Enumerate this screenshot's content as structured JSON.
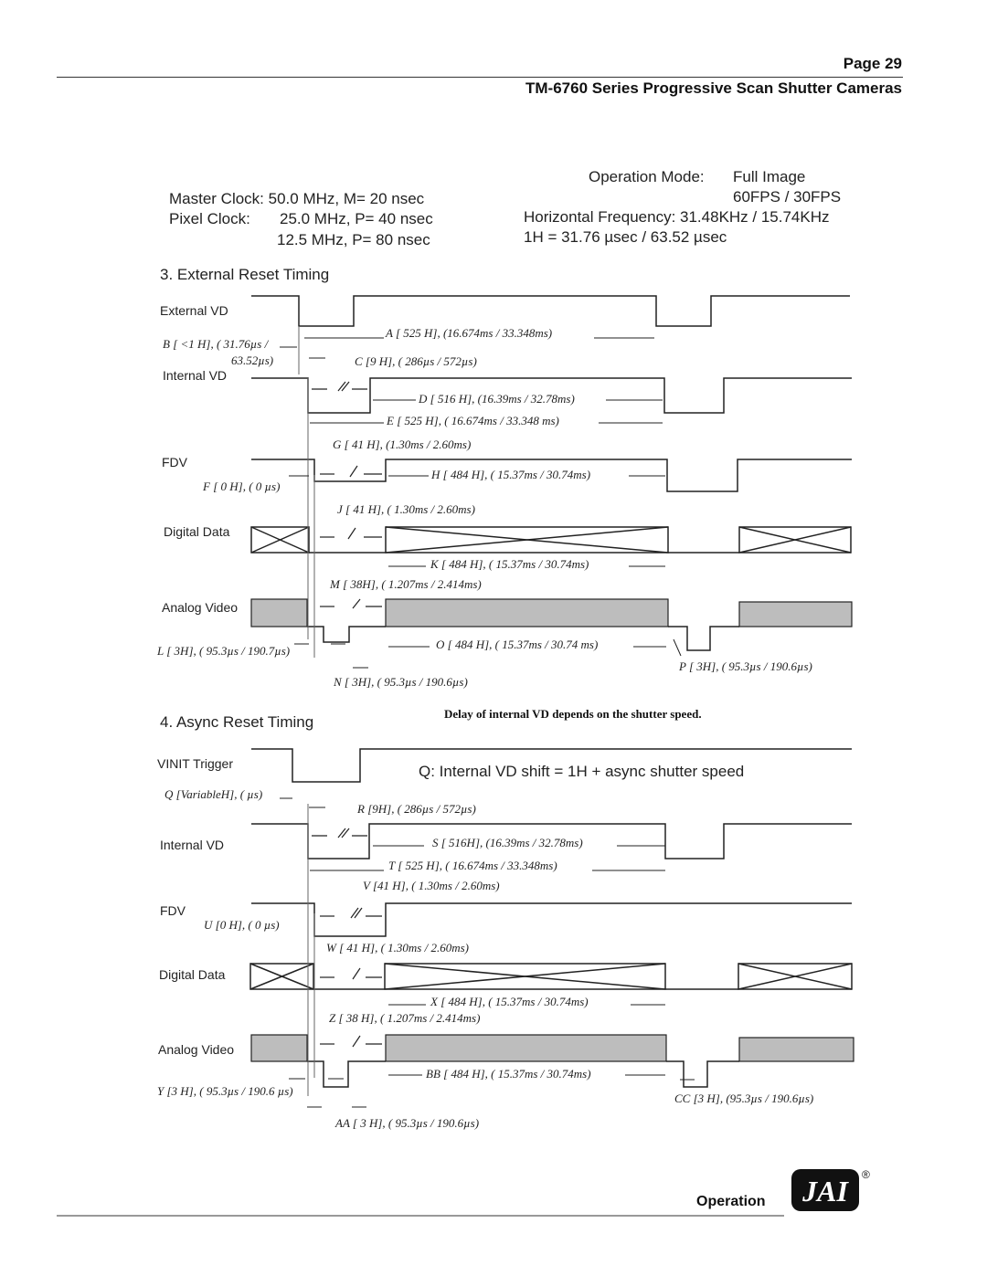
{
  "header": {
    "page": "Page 29",
    "title": "TM-6760 Series Progressive Scan Shutter Cameras"
  },
  "params": {
    "master_clock": "Master Clock: 50.0 MHz, M= 20 nsec",
    "pixel_clock_label": "Pixel Clock:",
    "pixel_clock_1": "25.0 MHz, P= 40 nsec",
    "pixel_clock_2": "12.5 MHz, P= 80 nsec",
    "op_mode_label": "Operation Mode:",
    "op_mode_value": "Full Image",
    "fps": "60FPS / 30FPS",
    "hfreq": "Horizontal Frequency: 31.48KHz / 15.74KHz",
    "h_period": "1H = 31.76 µsec / 63.52 µsec"
  },
  "section3": {
    "title": "3. External Reset Timing",
    "signals": [
      "External VD",
      "Internal VD",
      "FDV",
      "Digital Data",
      "Analog Video"
    ],
    "annotations": {
      "A": "A [ 525 H], (16.674ms / 33.348ms)",
      "B1": "B [ <1 H], ( 31.76µs /",
      "B2": "63.52µs)",
      "C": "C [9 H], ( 286µs / 572µs)",
      "D": "D [ 516 H], (16.39ms / 32.78ms)",
      "E": "E [ 525 H], ( 16.674ms / 33.348 ms)",
      "G": "G [ 41 H], (1.30ms / 2.60ms)",
      "H": "H [ 484 H], ( 15.37ms / 30.74ms)",
      "F": "F [ 0 H], ( 0 µs)",
      "J": "J [ 41 H], ( 1.30ms / 2.60ms)",
      "K": "K [ 484 H], ( 15.37ms / 30.74ms)",
      "M": "M [ 38H], ( 1.207ms / 2.414ms)",
      "O": "O [ 484 H], ( 15.37ms / 30.74 ms)",
      "L": "L [ 3H], ( 95.3µs / 190.7µs)",
      "P": "P [ 3H], ( 95.3µs / 190.6µs)",
      "N": "N [ 3H], ( 95.3µs / 190.6µs)"
    }
  },
  "section4": {
    "title": "4. Async Reset Timing",
    "note": "Delay of internal VD depends on the shutter speed.",
    "shift_label": "Q: Internal VD shift = 1H + async shutter speed",
    "signals": [
      "VINIT Trigger",
      "Internal VD",
      "FDV",
      "Digital Data",
      "Analog Video"
    ],
    "annotations": {
      "Q": "Q [VariableH], (  µs)",
      "R": "R [9H], ( 286µs / 572µs)",
      "S": "S [ 516H], (16.39ms / 32.78ms)",
      "T": "T [ 525 H], ( 16.674ms / 33.348ms)",
      "V": "V [41 H], ( 1.30ms /  2.60ms)",
      "U": "U [0 H], ( 0 µs)",
      "W": "W [ 41 H], ( 1.30ms / 2.60ms)",
      "X": "X [ 484 H], ( 15.37ms / 30.74ms)",
      "Z": "Z [ 38 H], ( 1.207ms / 2.414ms)",
      "BB": "BB [ 484 H], ( 15.37ms / 30.74ms)",
      "Y": "Y [3 H], ( 95.3µs / 190.6 µs)",
      "CC": "CC [3 H], (95.3µs / 190.6µs)",
      "AA": "AA [ 3 H], ( 95.3µs / 190.6µs)"
    }
  },
  "footer": {
    "section": "Operation",
    "logo_text": "JAI",
    "registered_mark": "®"
  }
}
